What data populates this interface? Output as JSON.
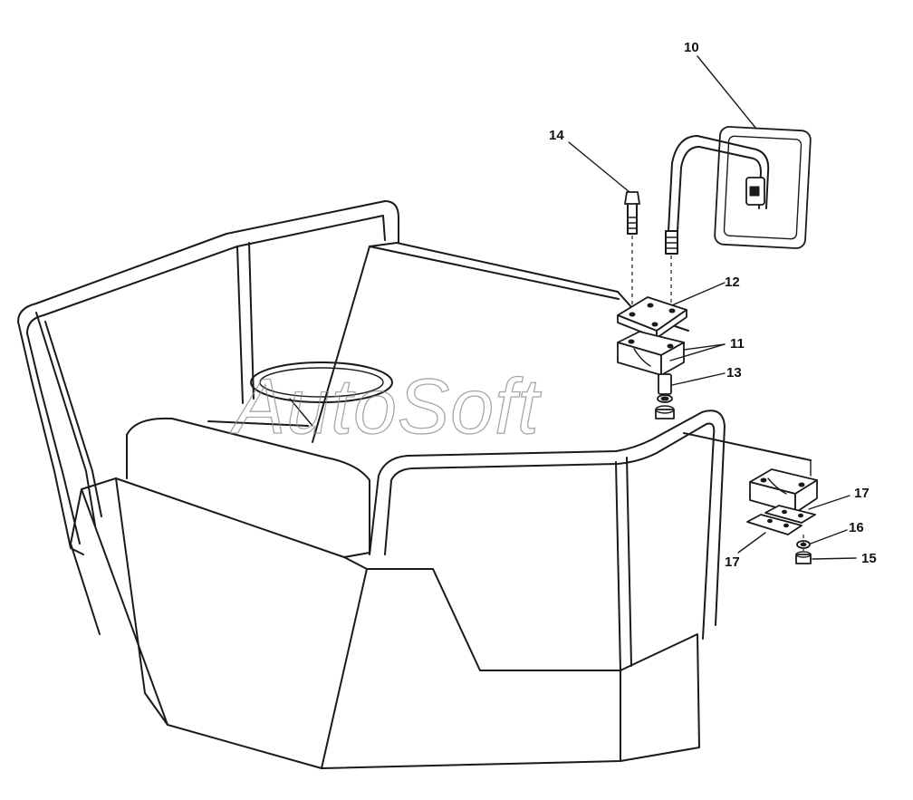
{
  "callouts": {
    "c10": "10",
    "c11": "11",
    "c12": "12",
    "c13": "13",
    "c14": "14",
    "c15": "15",
    "c16": "16",
    "c17a": "17",
    "c17b": "17"
  },
  "watermark": "AutoSoft",
  "colors": {
    "line": "#1a1a1a",
    "background": "#ffffff",
    "watermark": "#8a8a8a"
  }
}
